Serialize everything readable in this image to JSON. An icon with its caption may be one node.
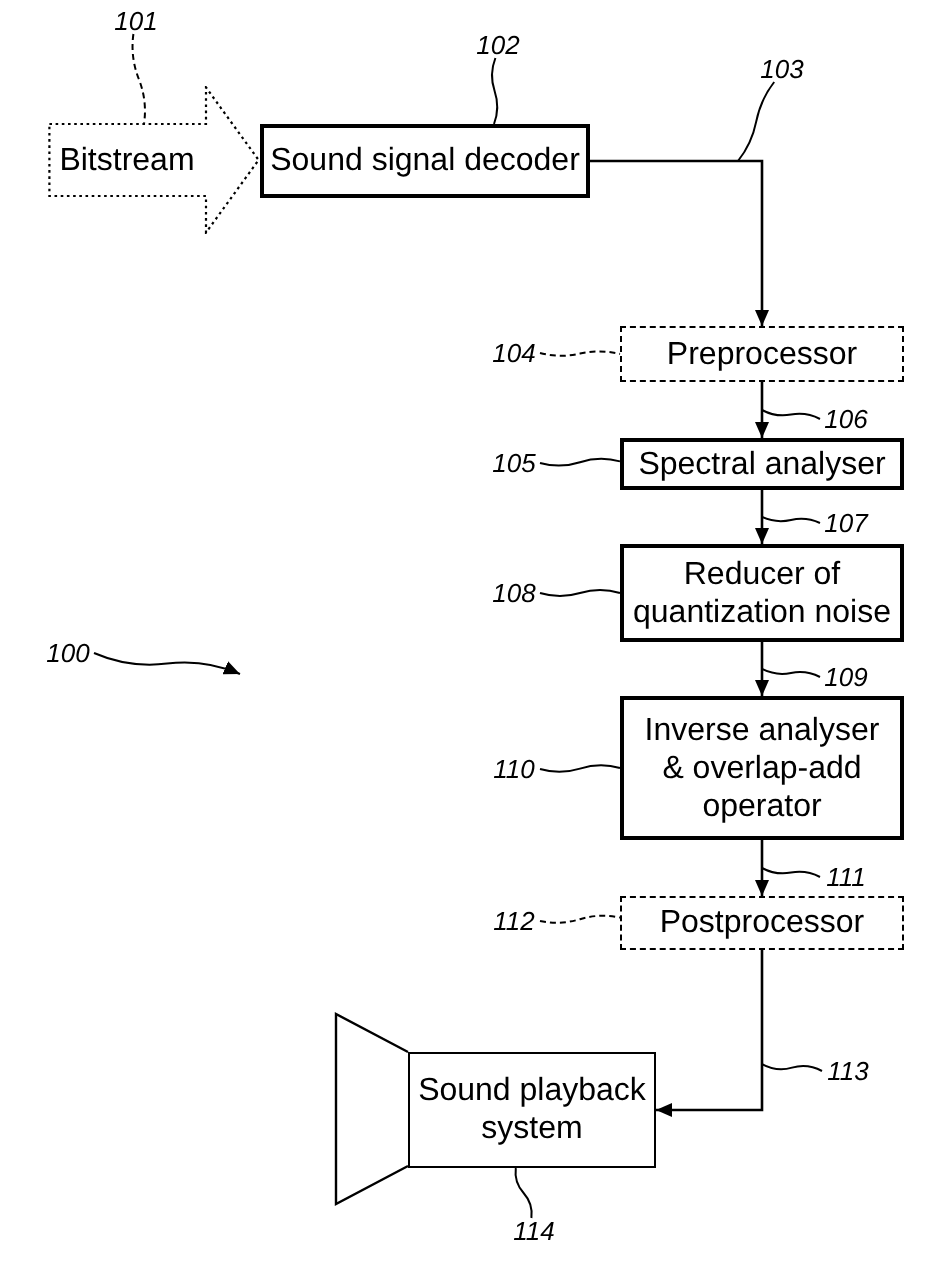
{
  "diagram": {
    "nodes": [
      {
        "text": [
          "101"
        ]
      },
      {
        "text": [
          "102"
        ]
      },
      {
        "text": [
          "Bitstream"
        ]
      },
      {
        "text": [
          "Sound signal decoder"
        ]
      },
      {
        "text": [
          "103"
        ]
      },
      {
        "text": [
          "104"
        ]
      },
      {
        "text": [
          "Preprocessor"
        ]
      },
      {
        "text": [
          "106"
        ]
      },
      {
        "text": [
          "105"
        ]
      },
      {
        "text": [
          "Spectral analyser"
        ]
      },
      {
        "text": [
          "107"
        ]
      },
      {
        "text": [
          "108"
        ]
      },
      {
        "text": [
          "Reducer of quantization noise"
        ]
      },
      {
        "text": [
          "100"
        ]
      },
      {
        "text": [
          "109"
        ]
      },
      {
        "text": [
          "110"
        ]
      },
      {
        "text": [
          "Inverse analyser & overlap-add operator"
        ]
      },
      {
        "text": [
          "111"
        ]
      },
      {
        "text": [
          "112"
        ]
      },
      {
        "text": [
          "Postprocessor"
        ]
      },
      {
        "text": [
          "113"
        ]
      },
      {
        "text": [
          "Sound playback system"
        ]
      },
      {
        "text": [
          "114"
        ]
      }
    ],
    "edges": [
      {
        "from": 3,
        "to": 6,
        "arrow": "to"
      },
      {
        "from": 6,
        "to": 9,
        "arrow": "to"
      },
      {
        "from": 9,
        "to": 12,
        "arrow": "to"
      },
      {
        "from": 12,
        "to": 16,
        "arrow": "to"
      },
      {
        "from": 16,
        "to": 19,
        "arrow": "to"
      },
      {
        "from": 19,
        "to": 21,
        "arrow": "to"
      },
      {
        "from": 0,
        "to": 2,
        "arrow": "none",
        "style": "dashed"
      },
      {
        "from": 1,
        "to": 3,
        "arrow": "none"
      },
      {
        "from": 4,
        "to": null,
        "arrow": "none"
      },
      {
        "from": 5,
        "to": 6,
        "arrow": "none",
        "style": "dashed"
      },
      {
        "from": 7,
        "to": null,
        "arrow": "none"
      },
      {
        "from": 8,
        "to": 9,
        "arrow": "none"
      },
      {
        "from": 10,
        "to": null,
        "arrow": "none"
      },
      {
        "from": 11,
        "to": 12,
        "arrow": "none"
      },
      {
        "from": 13,
        "to": null,
        "arrow": "to"
      },
      {
        "from": 14,
        "to": null,
        "arrow": "none"
      },
      {
        "from": 15,
        "to": 16,
        "arrow": "none"
      },
      {
        "from": 17,
        "to": null,
        "arrow": "none"
      },
      {
        "from": 18,
        "to": 19,
        "arrow": "none",
        "style": "dashed"
      },
      {
        "from": 20,
        "to": null,
        "arrow": "none"
      },
      {
        "from": 22,
        "to": 21,
        "arrow": "none"
      }
    ]
  }
}
